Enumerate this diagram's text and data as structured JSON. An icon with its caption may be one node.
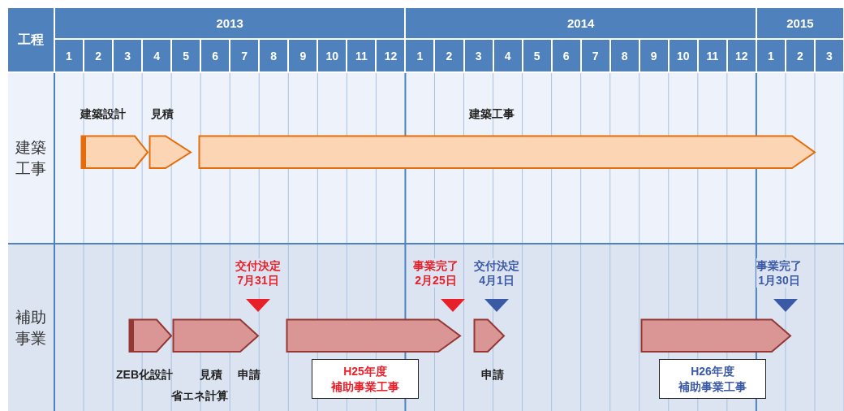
{
  "diagram": {
    "nodes": [
      {
        "text": [],
        "shape": "bar",
        "beside": [
          "建築設計"
        ]
      },
      {
        "text": [],
        "shape": "bar",
        "beside": [
          "見積"
        ]
      },
      {
        "text": [],
        "shape": "bar",
        "beside": [
          "建築工事"
        ]
      },
      {
        "text": [],
        "shape": "triangle",
        "beside": [
          "交付決定7月31日"
        ]
      },
      {
        "text": [],
        "shape": "triangle",
        "beside": [
          "事業完了2月25日"
        ]
      },
      {
        "text": [],
        "shape": "triangle",
        "beside": [
          "交付決定4月1日"
        ]
      },
      {
        "text": [],
        "shape": "triangle",
        "beside": [
          "事業完了1月30日"
        ]
      },
      {
        "text": [],
        "shape": "bar",
        "beside": [
          "ZEB化設計"
        ]
      },
      {
        "text": [],
        "shape": "bar",
        "beside": [
          "見積",
          "省エネ計算",
          "申請"
        ]
      },
      {
        "text": [],
        "shape": "bar"
      },
      {
        "text": [],
        "shape": "bar",
        "beside": [
          "申請"
        ]
      },
      {
        "text": [],
        "shape": "bar"
      },
      {
        "text": [
          "H25年度補助事業工事"
        ]
      },
      {
        "text": [
          "H26年度補助事業工事"
        ]
      }
    ],
    "edges": [],
    "labels": [
      "工程",
      "2013",
      "2014",
      "2015",
      "1",
      "2",
      "3",
      "4",
      "5",
      "6",
      "7",
      "8",
      "9",
      "10",
      "11",
      "12",
      "1",
      "2",
      "3",
      "4",
      "5",
      "6",
      "7",
      "8",
      "9",
      "10",
      "11",
      "12",
      "1",
      "2",
      "3",
      "建築工事",
      "補助事業"
    ]
  }
}
